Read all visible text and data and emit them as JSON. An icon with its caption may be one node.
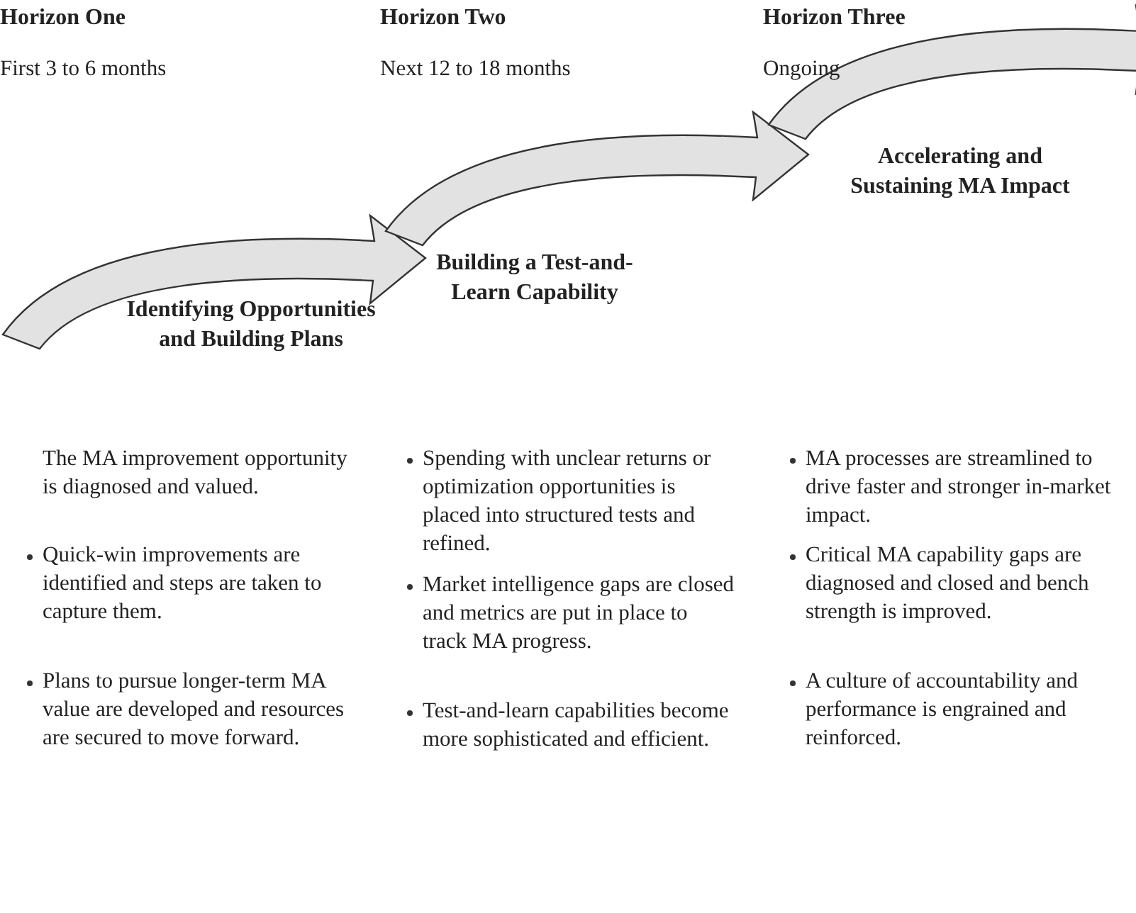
{
  "diagram": {
    "nodes": [
      {
        "text": [
          "Identifying Opportunities and Building Plans"
        ]
      },
      {
        "text": [
          "Building a Test-and-Learn Capability"
        ]
      },
      {
        "text": [
          "Accelerating and Sustaining MA Impact"
        ]
      }
    ],
    "labels": [
      "Horizon One",
      "Horizon Two",
      "Horizon Three",
      "First 3 to 6 months",
      "Next 12 to 18 months",
      "Ongoing",
      "The MA improvement opportunity is diagnosed and valued.",
      "Quick-win improvements are identified and steps are taken to capture them.",
      "Plans to pursue longer-term MA value are developed and resources are secured to move forward.",
      "Spending with unclear returns or optimization opportunities is placed into structured tests and refined.",
      "Market intelligence gaps are closed and metrics are put in place to track MA progress.",
      "Test-and-learn capabilities become more sophisticated and efficient.",
      "MA processes are streamlined to drive faster and stronger in-market impact.",
      "Critical MA capability gaps are diagnosed and closed and bench strength is improved.",
      "A culture of accountability and performance is engrained and reinforced."
    ]
  }
}
